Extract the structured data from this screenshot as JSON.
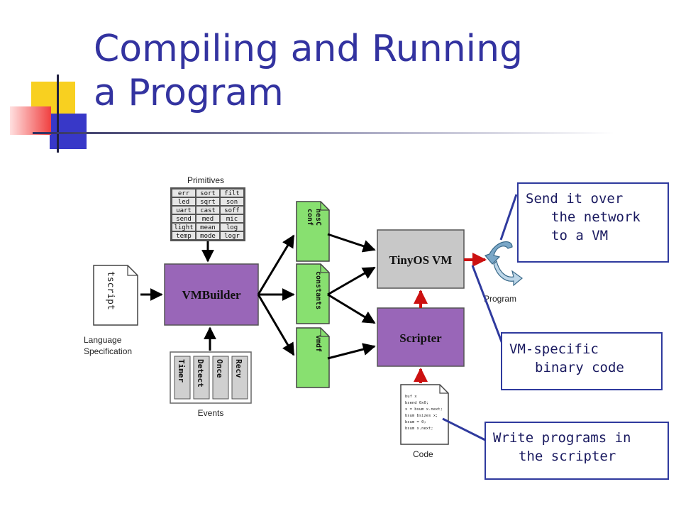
{
  "slide": {
    "title_line1": "Compiling and Running",
    "title_line2": "a Program"
  },
  "diagram": {
    "primitives_label": "Primitives",
    "primitives_grid": [
      [
        "err",
        "sort",
        "filt"
      ],
      [
        "led",
        "sqrt",
        "son"
      ],
      [
        "uart",
        "cast",
        "soff"
      ],
      [
        "send",
        "med",
        "mic"
      ],
      [
        "light",
        "mean",
        "log"
      ],
      [
        "temp",
        "mode",
        "logr"
      ]
    ],
    "tscript_label": "tscript",
    "language_spec_line1": "Language",
    "language_spec_line2": "Specification",
    "vmbuilder_label": "VMBuilder",
    "events": [
      "Timer",
      "Detect",
      "Once",
      "Recv"
    ],
    "events_label": "Events",
    "files": [
      "nesC conf",
      "constants",
      "vmdf"
    ],
    "tinyos_vm_label": "TinyOS VM",
    "scripter_label": "Scripter",
    "program_label": "Program",
    "code_label": "Code",
    "code_lines": [
      "buf x",
      "bsend 0x0;",
      "x = bsum x.next;",
      "bsum bsizes x;",
      "bsum  = 0;",
      "bsum x.next;"
    ]
  },
  "callouts": {
    "send": {
      "line1": "Send it over",
      "line2": "the network",
      "line3": "to a VM"
    },
    "vm_specific": {
      "line1": "VM-specific",
      "line2": "binary code"
    },
    "write": {
      "line1": "Write programs in",
      "line2": "the scripter"
    }
  },
  "colors": {
    "title": "#3333a0",
    "vm_purple": "#9966b8",
    "file_green": "#88e070",
    "vm_gray": "#c8c8c8",
    "arrow_red": "#cc1111",
    "callout_border": "#2f3a9e"
  }
}
